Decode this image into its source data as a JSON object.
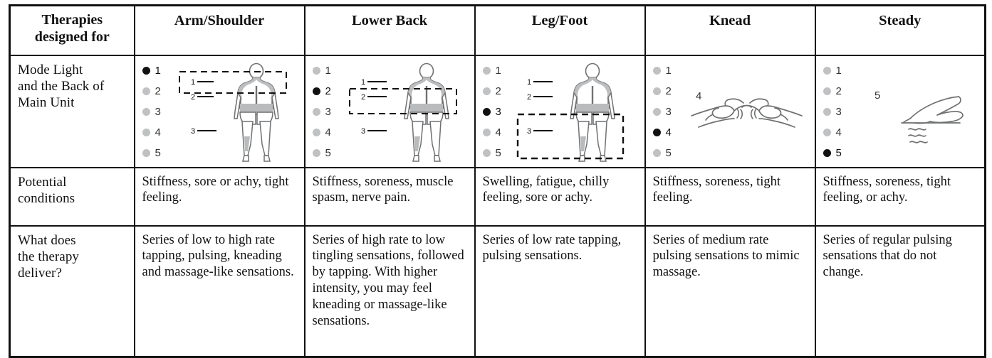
{
  "table": {
    "header": {
      "label": "Therapies\ndesigned for",
      "columns": [
        {
          "name": "Arm/Shoulder"
        },
        {
          "name": "Lower Back"
        },
        {
          "name": "Leg/Foot"
        },
        {
          "name": "Knead"
        },
        {
          "name": "Steady"
        }
      ]
    },
    "rows": [
      {
        "id": "mode-light",
        "label": "Mode Light\nand the Back of\nMain Unit",
        "type": "diagram",
        "cells": [
          {
            "column": "Arm/Shoulder",
            "modes": [
              "1",
              "2",
              "3",
              "4",
              "5"
            ],
            "active_mode": "1",
            "illustration": "body-rear-figure",
            "callouts": [
              "1",
              "2",
              "3"
            ],
            "highlight_region": "upper-back-shoulders"
          },
          {
            "column": "Lower Back",
            "modes": [
              "1",
              "2",
              "3",
              "4",
              "5"
            ],
            "active_mode": "2",
            "illustration": "body-rear-figure",
            "callouts": [
              "1",
              "2",
              "3"
            ],
            "highlight_region": "lower-back-hips"
          },
          {
            "column": "Leg/Foot",
            "modes": [
              "1",
              "2",
              "3",
              "4",
              "5"
            ],
            "active_mode": "3",
            "illustration": "body-rear-figure",
            "callouts": [
              "1",
              "2",
              "3"
            ],
            "highlight_region": "legs-feet"
          },
          {
            "column": "Knead",
            "modes": [
              "1",
              "2",
              "3",
              "4",
              "5"
            ],
            "active_mode": "4",
            "illustration": "kneading-hands",
            "callouts": [
              "4"
            ],
            "highlight_region": ""
          },
          {
            "column": "Steady",
            "modes": [
              "1",
              "2",
              "3",
              "4",
              "5"
            ],
            "active_mode": "5",
            "illustration": "pressing-hand",
            "callouts": [
              "5"
            ],
            "highlight_region": ""
          }
        ]
      },
      {
        "id": "potential-conditions",
        "label": "Potential\nconditions",
        "type": "text",
        "cells": [
          {
            "column": "Arm/Shoulder",
            "text": "Stiffness, sore or achy, tight feeling."
          },
          {
            "column": "Lower Back",
            "text": "Stiffness, soreness, muscle spasm, nerve pain."
          },
          {
            "column": "Leg/Foot",
            "text": "Swelling, fatigue, chilly feeling, sore or achy."
          },
          {
            "column": "Knead",
            "text": "Stiffness, soreness, tight feeling."
          },
          {
            "column": "Steady",
            "text": "Stiffness, soreness, tight feeling, or achy."
          }
        ]
      },
      {
        "id": "therapy-delivery",
        "label": "What does\nthe therapy\ndeliver?",
        "type": "text",
        "cells": [
          {
            "column": "Arm/Shoulder",
            "text": "Series of low to high rate tapping, pulsing, kneading and massage-like sensations."
          },
          {
            "column": "Lower Back",
            "text": "Series of high rate to low tingling sensations, followed by tapping. With higher intensity, you may feel kneading or massage-like sensations."
          },
          {
            "column": "Leg/Foot",
            "text": "Series of low rate tapping, pulsing sensations."
          },
          {
            "column": "Knead",
            "text": "Series of medium rate pulsing sensations to mimic massage."
          },
          {
            "column": "Steady",
            "text": "Series of regular pulsing sensations that do not change."
          }
        ]
      }
    ]
  },
  "colors": {
    "border": "#111111",
    "text": "#111111",
    "dot_inactive": "#bfc1c3",
    "dot_active": "#111111",
    "body_outline": "#6f7173",
    "body_shade": "#b9bbbd",
    "dashed_box": "#111111"
  }
}
